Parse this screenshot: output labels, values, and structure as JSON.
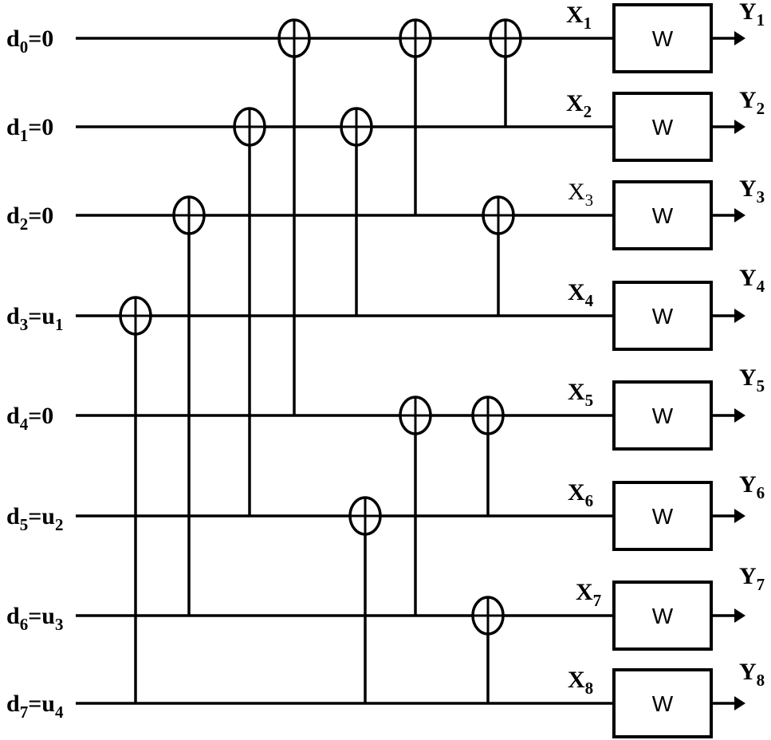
{
  "inputs": [
    {
      "base": "d",
      "sub": "0",
      "rhs": "=0"
    },
    {
      "base": "d",
      "sub": "1",
      "rhs": "=0"
    },
    {
      "base": "d",
      "sub": "2",
      "rhs": "=0"
    },
    {
      "base": "d",
      "sub": "3",
      "rhs": "=u",
      "rhs_sub": "1"
    },
    {
      "base": "d",
      "sub": "4",
      "rhs": "=0"
    },
    {
      "base": "d",
      "sub": "5",
      "rhs": "=u",
      "rhs_sub": "2"
    },
    {
      "base": "d",
      "sub": "6",
      "rhs": "=u",
      "rhs_sub": "3"
    },
    {
      "base": "d",
      "sub": "7",
      "rhs": "=u",
      "rhs_sub": "4"
    }
  ],
  "x_labels": [
    {
      "base": "X",
      "sub": "1",
      "bold": true
    },
    {
      "base": "X",
      "sub": "2",
      "bold": true
    },
    {
      "base": "X",
      "sub": "3",
      "bold": false
    },
    {
      "base": "X",
      "sub": "4",
      "bold": true
    },
    {
      "base": "X",
      "sub": "5",
      "bold": true
    },
    {
      "base": "X",
      "sub": "6",
      "bold": true
    },
    {
      "base": "X",
      "sub": "7",
      "bold": true
    },
    {
      "base": "X",
      "sub": "8",
      "bold": true
    }
  ],
  "y_labels": [
    {
      "base": "Y",
      "sub": "1"
    },
    {
      "base": "Y",
      "sub": "2"
    },
    {
      "base": "Y",
      "sub": "3"
    },
    {
      "base": "Y",
      "sub": "4"
    },
    {
      "base": "Y",
      "sub": "5"
    },
    {
      "base": "Y",
      "sub": "6"
    },
    {
      "base": "Y",
      "sub": "7"
    },
    {
      "base": "Y",
      "sub": "8"
    }
  ],
  "box_label": "W",
  "xor_gates": [
    {
      "target": 3,
      "control": 7
    },
    {
      "target": 2,
      "control": 6
    },
    {
      "target": 1,
      "control": 5
    },
    {
      "target": 0,
      "control": 4
    },
    {
      "target": 1,
      "control": 3
    },
    {
      "target": 5,
      "control": 7
    },
    {
      "target": 0,
      "control": 2
    },
    {
      "target": 4,
      "control": 6
    },
    {
      "target": 4,
      "control": 5
    },
    {
      "target": 6,
      "control": 7
    },
    {
      "target": 2,
      "control": 3
    },
    {
      "target": 0,
      "control": 1
    }
  ]
}
